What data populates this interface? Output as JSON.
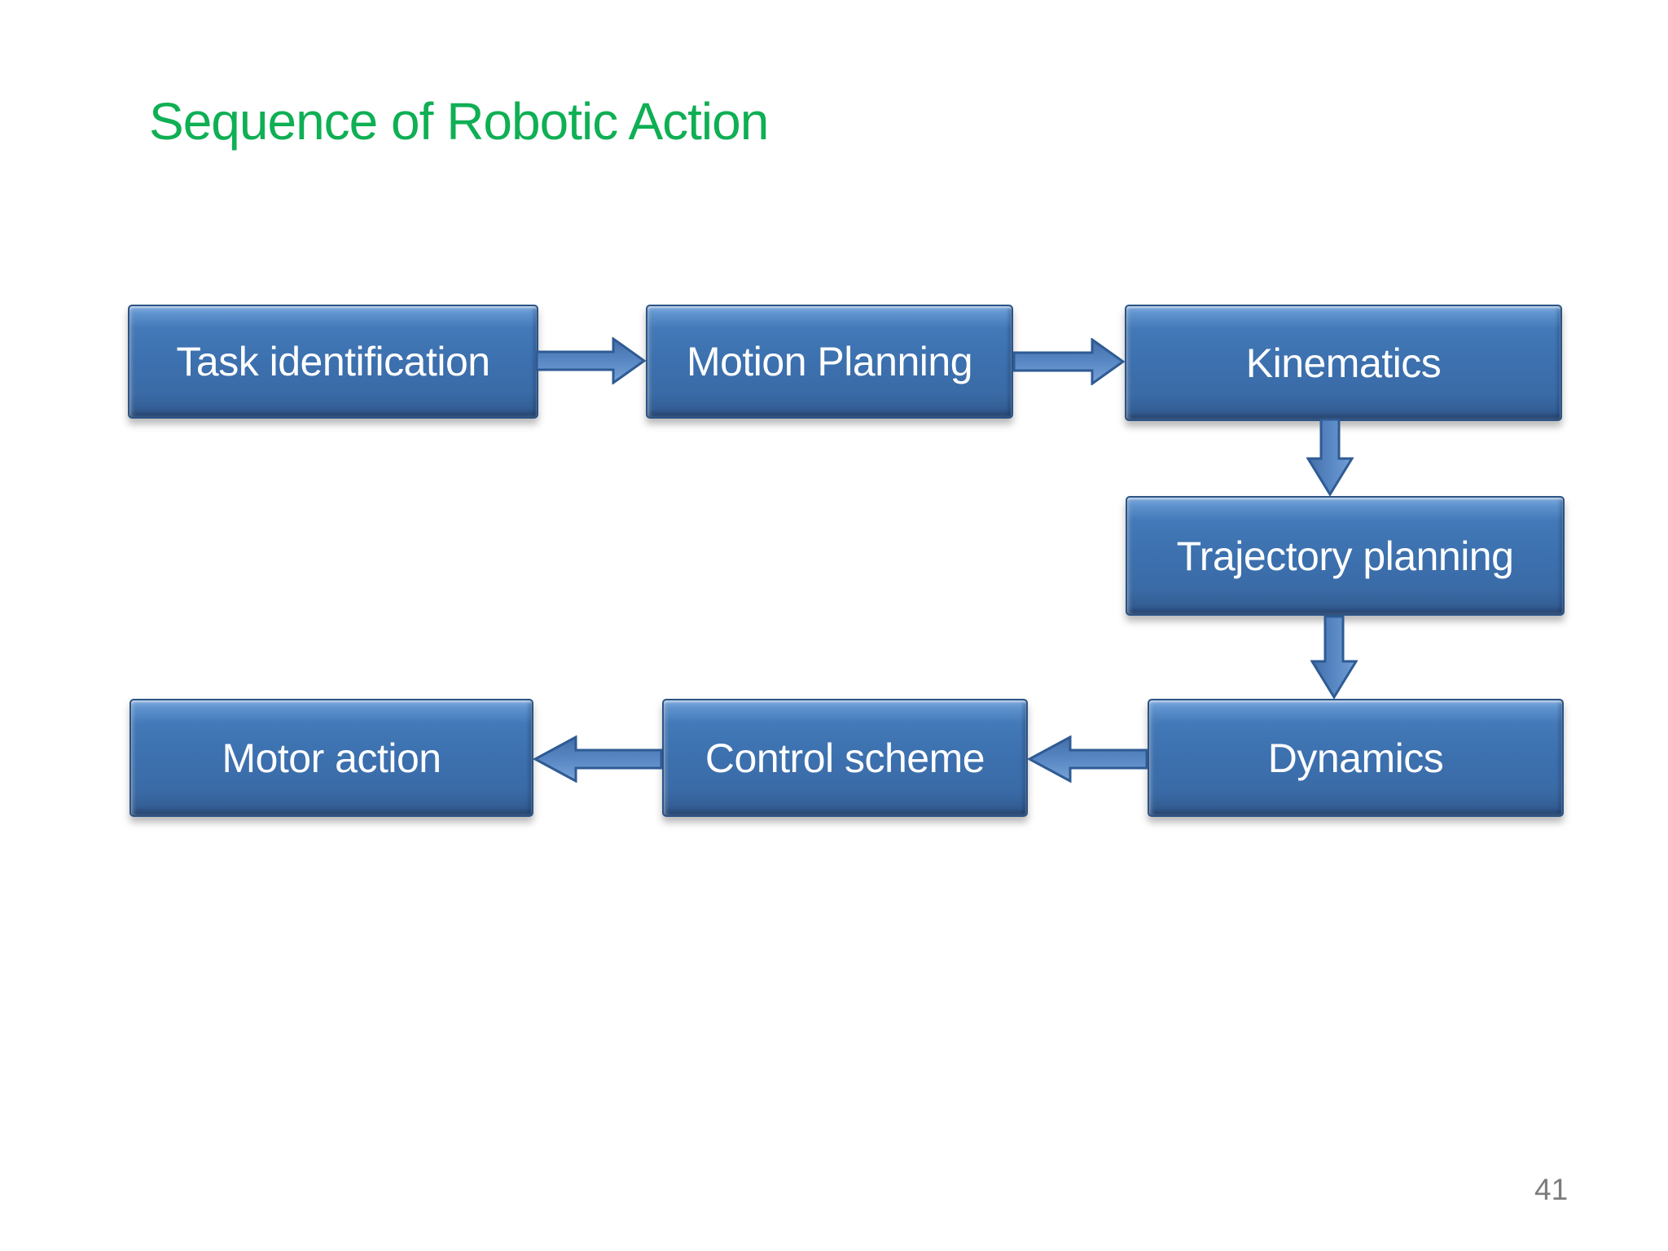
{
  "slide": {
    "title": "Sequence of Robotic Action",
    "title_color": "#0faf54",
    "background_color": "#ffffff",
    "page_number": "41"
  },
  "diagram": {
    "type": "flowchart",
    "node_fill_top": "#7fabe0",
    "node_fill_bottom": "#2e5585",
    "node_border_color": "#2a5486",
    "node_text_color": "#ffffff",
    "arrow_fill": "#4e7db9",
    "arrow_border": "#2f5b94",
    "nodes": [
      {
        "id": "task-identification",
        "label": "Task identification"
      },
      {
        "id": "motion-planning",
        "label": "Motion Planning"
      },
      {
        "id": "kinematics",
        "label": "Kinematics"
      },
      {
        "id": "trajectory-planning",
        "label": "Trajectory planning"
      },
      {
        "id": "dynamics",
        "label": "Dynamics"
      },
      {
        "id": "control-scheme",
        "label": "Control scheme"
      },
      {
        "id": "motor-action",
        "label": "Motor action"
      }
    ],
    "edges": [
      {
        "from": "Task identification",
        "to": "Motion Planning",
        "direction": "right"
      },
      {
        "from": "Motion Planning",
        "to": "Kinematics",
        "direction": "right"
      },
      {
        "from": "Kinematics",
        "to": "Trajectory planning",
        "direction": "down"
      },
      {
        "from": "Trajectory planning",
        "to": "Dynamics",
        "direction": "down"
      },
      {
        "from": "Dynamics",
        "to": "Control scheme",
        "direction": "left"
      },
      {
        "from": "Control scheme",
        "to": "Motor action",
        "direction": "left"
      }
    ]
  }
}
